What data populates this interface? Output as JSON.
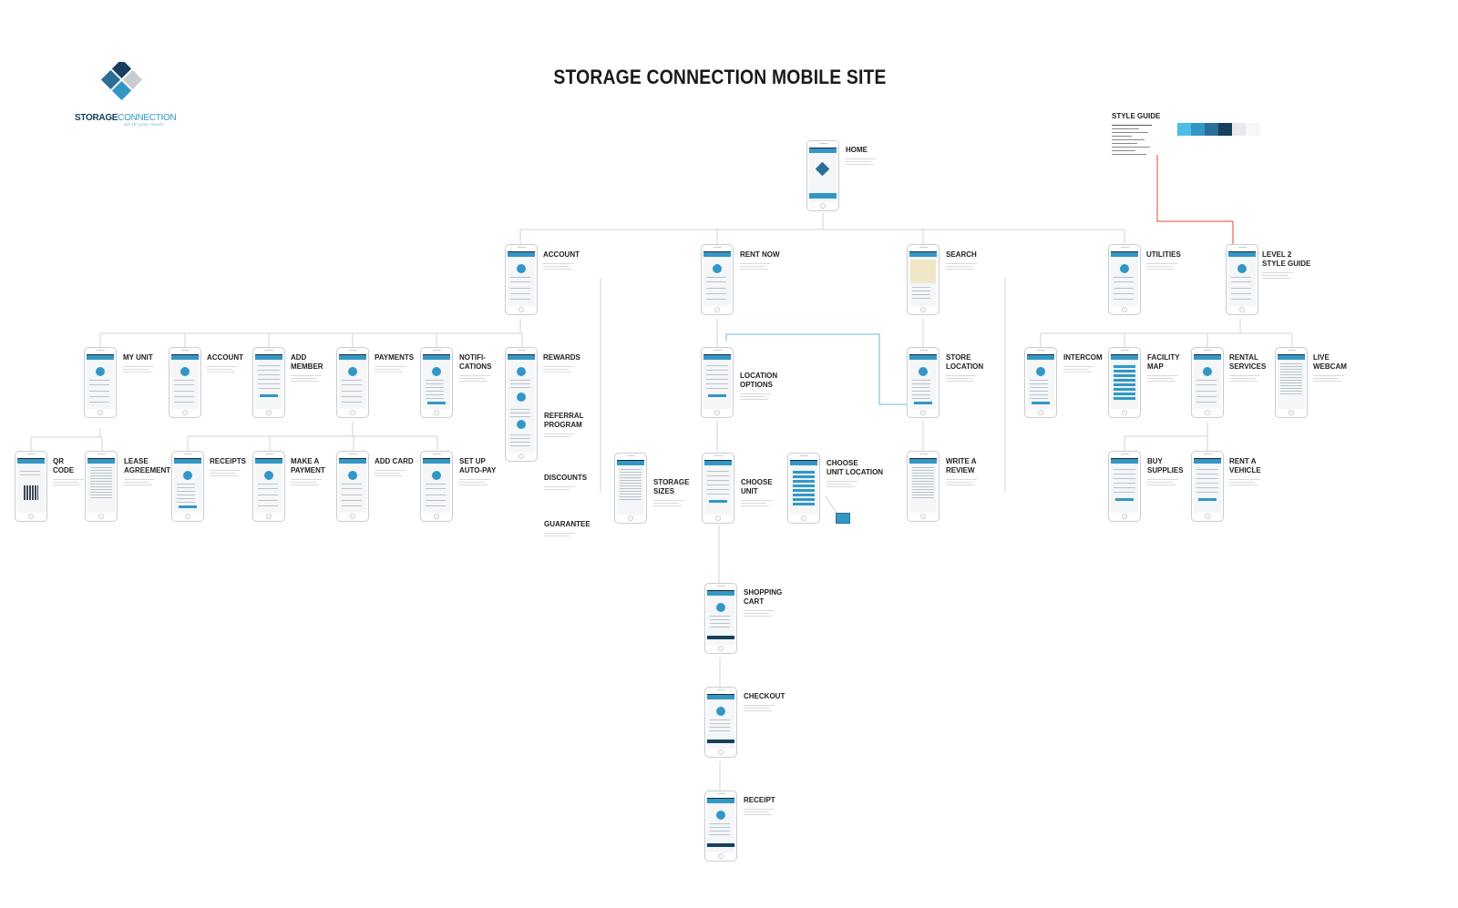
{
  "title": "STORAGE CONNECTION MOBILE SITE",
  "logo": {
    "word_bold": "STORAGE",
    "word_light": "CONNECTION",
    "tagline": "we fit your needs"
  },
  "style_guide": {
    "label": "STYLE GUIDE",
    "swatches": [
      "#4bbde6",
      "#3397c5",
      "#2a6f99",
      "#17405e",
      "#e7e9ec",
      "#f6f7f8"
    ]
  },
  "colors": {
    "accent": "#3397c5",
    "dark": "#17405e",
    "line": "#c9ccd0",
    "highlight": "#e0493a",
    "link": "#6fb6d8"
  },
  "screens": {
    "home": "HOME",
    "account": "ACCOUNT",
    "rent_now": "RENT NOW",
    "search": "SEARCH",
    "utilities": "UTILITIES",
    "level2_style_guide": "LEVEL 2\nSTYLE GUIDE",
    "my_unit": "MY UNIT",
    "account_sub": "ACCOUNT",
    "add_member": "ADD\nMEMBER",
    "payments": "PAYMENTS",
    "notifications": "NOTIFI-\nCATIONS",
    "rewards": "REWARDS",
    "referral_program": "REFERRAL\nPROGRAM",
    "discounts": "DISCOUNTS",
    "guarantee": "GUARANTEE",
    "qr_code": "QR\nCODE",
    "lease_agreement": "LEASE\nAGREEMENT",
    "receipts": "RECEIPTS",
    "make_a_payment": "MAKE A\nPAYMENT",
    "add_card": "ADD CARD",
    "set_up_auto_pay": "SET UP\nAUTO-PAY",
    "location_options": "LOCATION\nOPTIONS",
    "storage_sizes": "STORAGE\nSIZES",
    "choose_unit": "CHOOSE\nUNIT",
    "choose_unit_location": "CHOOSE\nUNIT LOCATION",
    "shopping_cart": "SHOPPING\nCART",
    "checkout": "CHECKOUT",
    "receipt": "RECEIPT",
    "store_location": "STORE\nLOCATION",
    "write_a_review": "WRITE A\nREVIEW",
    "intercom": "INTERCOM",
    "facility_map": "FACILITY\nMAP",
    "rental_services": "RENTAL\nSERVICES",
    "live_webcam": "LIVE\nWEBCAM",
    "buy_supplies": "BUY\nSUPPLIES",
    "rent_a_vehicle": "RENT A\nVEHICLE"
  }
}
